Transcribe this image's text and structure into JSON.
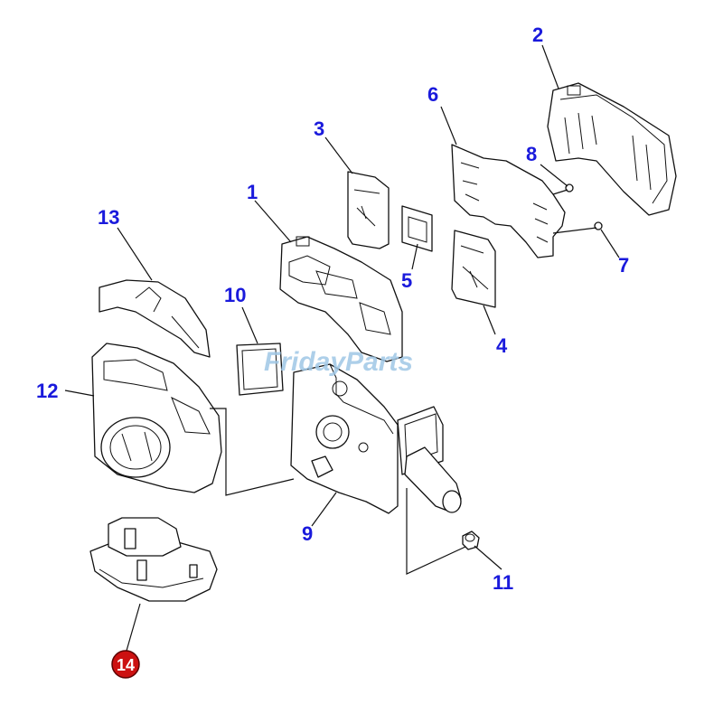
{
  "watermark": "FridayParts",
  "callouts": [
    {
      "id": "c1",
      "text": "1"
    },
    {
      "id": "c2",
      "text": "2"
    },
    {
      "id": "c3",
      "text": "3"
    },
    {
      "id": "c4",
      "text": "4"
    },
    {
      "id": "c5",
      "text": "5"
    },
    {
      "id": "c6",
      "text": "6"
    },
    {
      "id": "c7",
      "text": "7"
    },
    {
      "id": "c8",
      "text": "8"
    },
    {
      "id": "c9",
      "text": "9"
    },
    {
      "id": "c10",
      "text": "10"
    },
    {
      "id": "c11",
      "text": "11"
    },
    {
      "id": "c12",
      "text": "12"
    },
    {
      "id": "c13",
      "text": "13"
    }
  ],
  "highlight": {
    "text": "14",
    "color": "#cc1111"
  },
  "colors": {
    "label": "#1a1adc",
    "line": "#111111",
    "watermark": "#9fc7e6"
  }
}
